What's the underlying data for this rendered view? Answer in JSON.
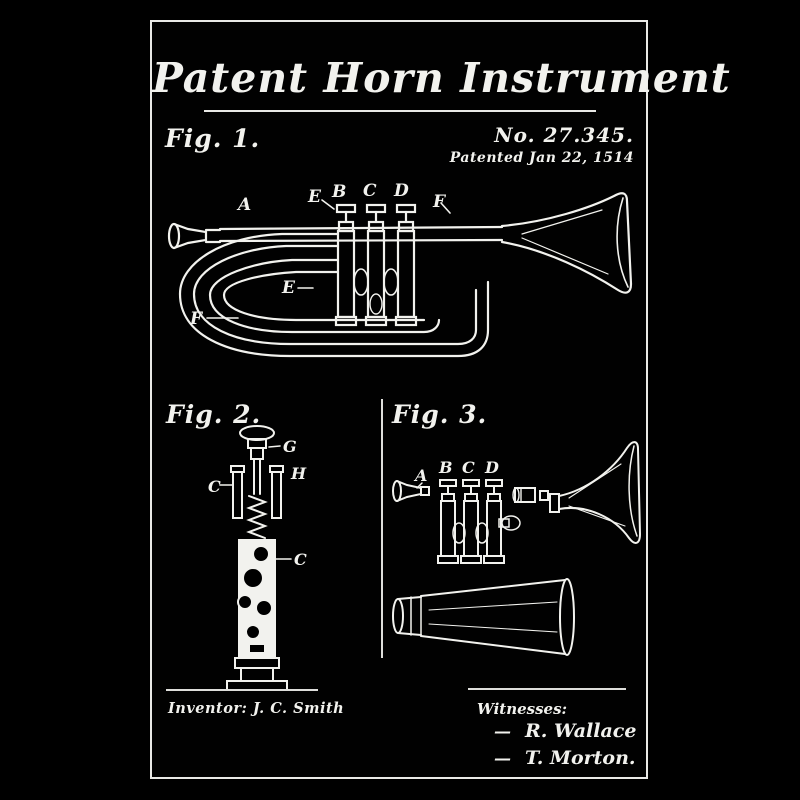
{
  "poster": {
    "title": "Patent Horn Instrument",
    "patent_number": "No. 27.345.",
    "patent_date": "Patented Jan 22, 1514",
    "ink_color": "#f2f2ee",
    "background_color": "#000000"
  },
  "figures": {
    "fig1": {
      "caption": "Fig. 1.",
      "labels": {
        "a": "A",
        "b": "B",
        "c": "C",
        "d": "D",
        "e_top": "E",
        "f_top": "F",
        "e_mid": "E",
        "f_mid": "F"
      }
    },
    "fig2": {
      "caption": "Fig. 2.",
      "labels": {
        "g": "G",
        "h": "H",
        "c_left": "C",
        "c_mid": "C"
      }
    },
    "fig3": {
      "caption": "Fig. 3.",
      "labels": {
        "a": "A",
        "b": "B",
        "c": "C",
        "d": "D"
      }
    }
  },
  "signatures": {
    "inventor": "Inventor: J. C. Smith",
    "witnesses_heading": "Witnesses:",
    "witness_mark": "—",
    "witness_1": "R. Wallace",
    "witness_2": "T. Morton."
  }
}
